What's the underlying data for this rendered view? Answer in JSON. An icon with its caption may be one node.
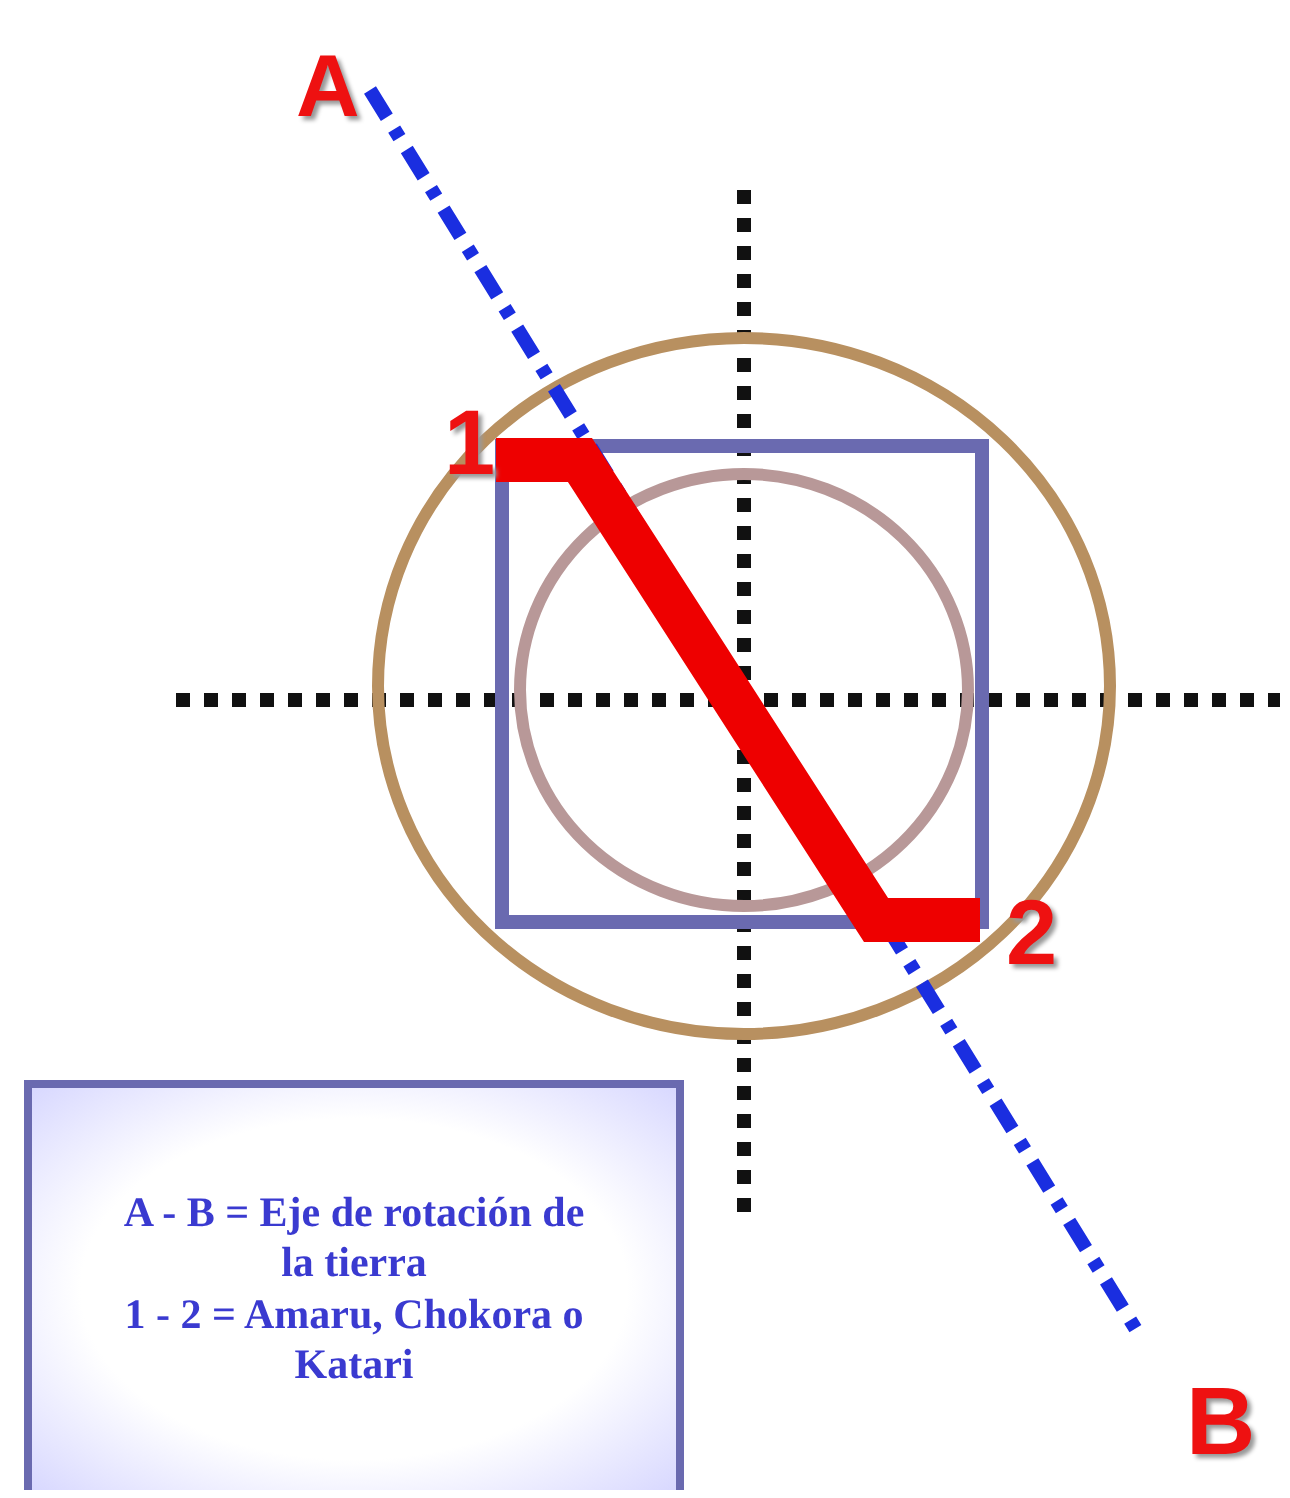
{
  "diagram": {
    "nodes": [
      {
        "text": [
          "A - B = Eje de rotación de la tierra",
          "1 - 2 = Amaru, Chokora o Katari"
        ]
      }
    ],
    "labels": [
      "A",
      "1",
      "2",
      "B"
    ]
  }
}
